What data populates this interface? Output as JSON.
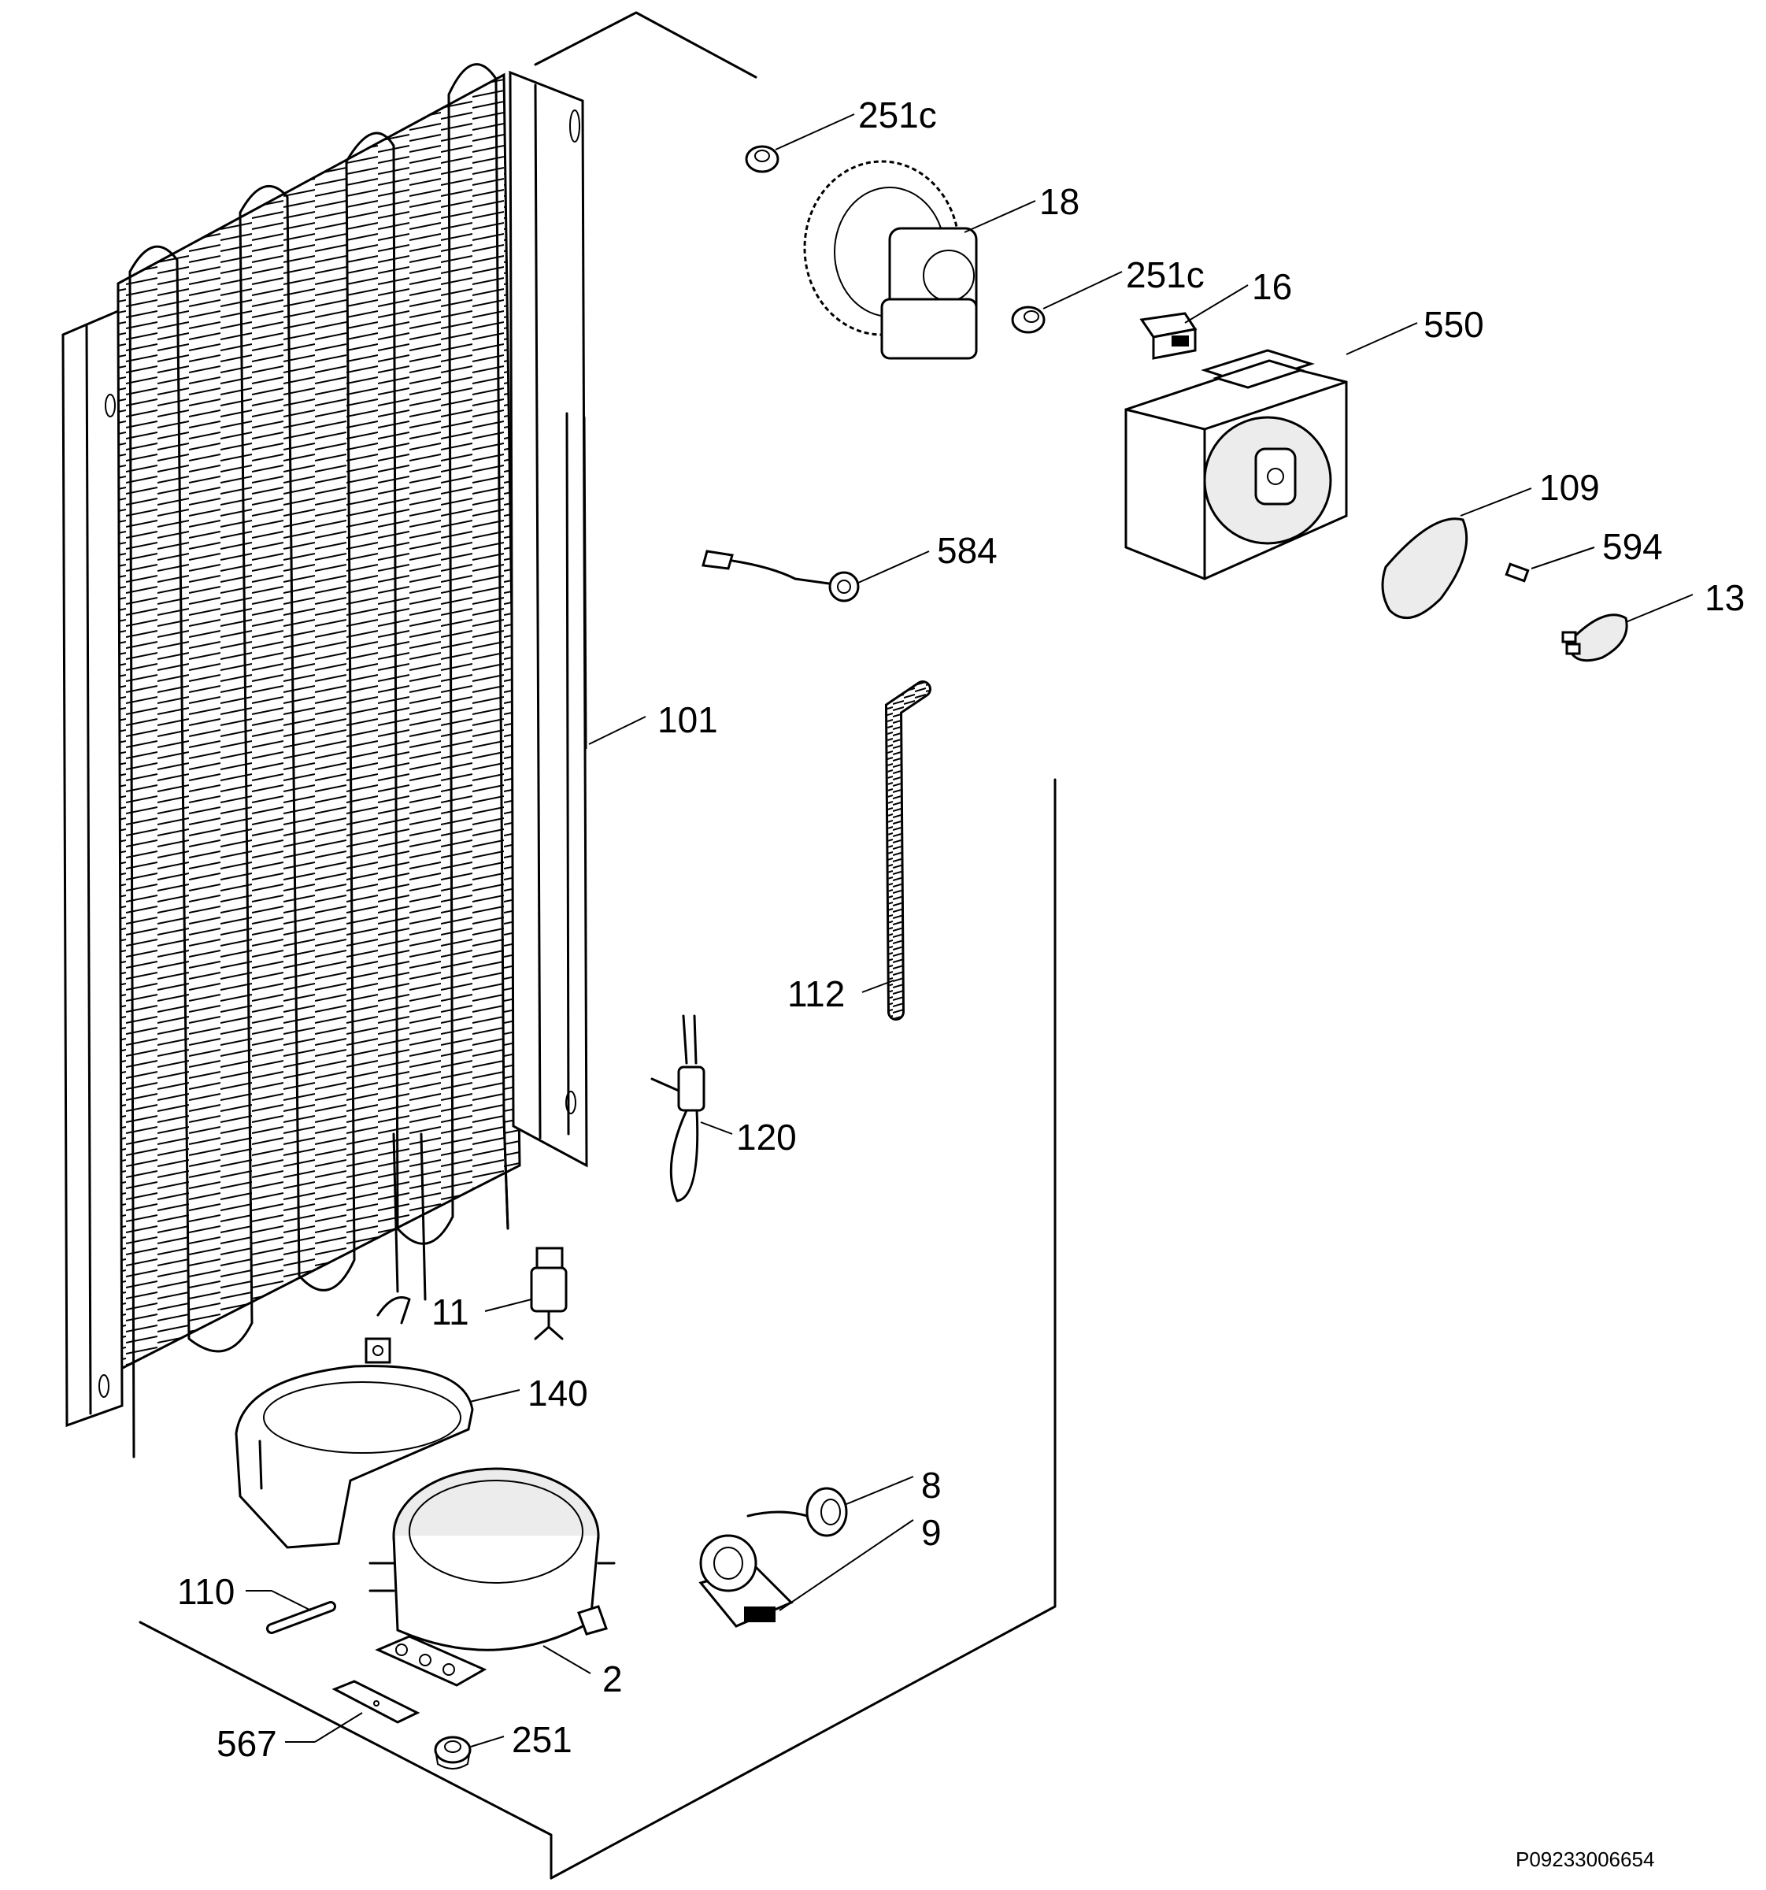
{
  "diagram": {
    "code": "P09233006654",
    "parts": [
      {
        "id": "p251c_top",
        "label": "251c"
      },
      {
        "id": "p18",
        "label": "18"
      },
      {
        "id": "p251c_mid",
        "label": "251c"
      },
      {
        "id": "p16",
        "label": "16"
      },
      {
        "id": "p550",
        "label": "550"
      },
      {
        "id": "p109",
        "label": "109"
      },
      {
        "id": "p594",
        "label": "594"
      },
      {
        "id": "p13",
        "label": "13"
      },
      {
        "id": "p584",
        "label": "584"
      },
      {
        "id": "p101",
        "label": "101"
      },
      {
        "id": "p112",
        "label": "112"
      },
      {
        "id": "p120",
        "label": "120"
      },
      {
        "id": "p11",
        "label": "11"
      },
      {
        "id": "p140",
        "label": "140"
      },
      {
        "id": "p8",
        "label": "8"
      },
      {
        "id": "p9",
        "label": "9"
      },
      {
        "id": "p110",
        "label": "110"
      },
      {
        "id": "p2",
        "label": "2"
      },
      {
        "id": "p567",
        "label": "567"
      },
      {
        "id": "p251",
        "label": "251"
      }
    ]
  }
}
